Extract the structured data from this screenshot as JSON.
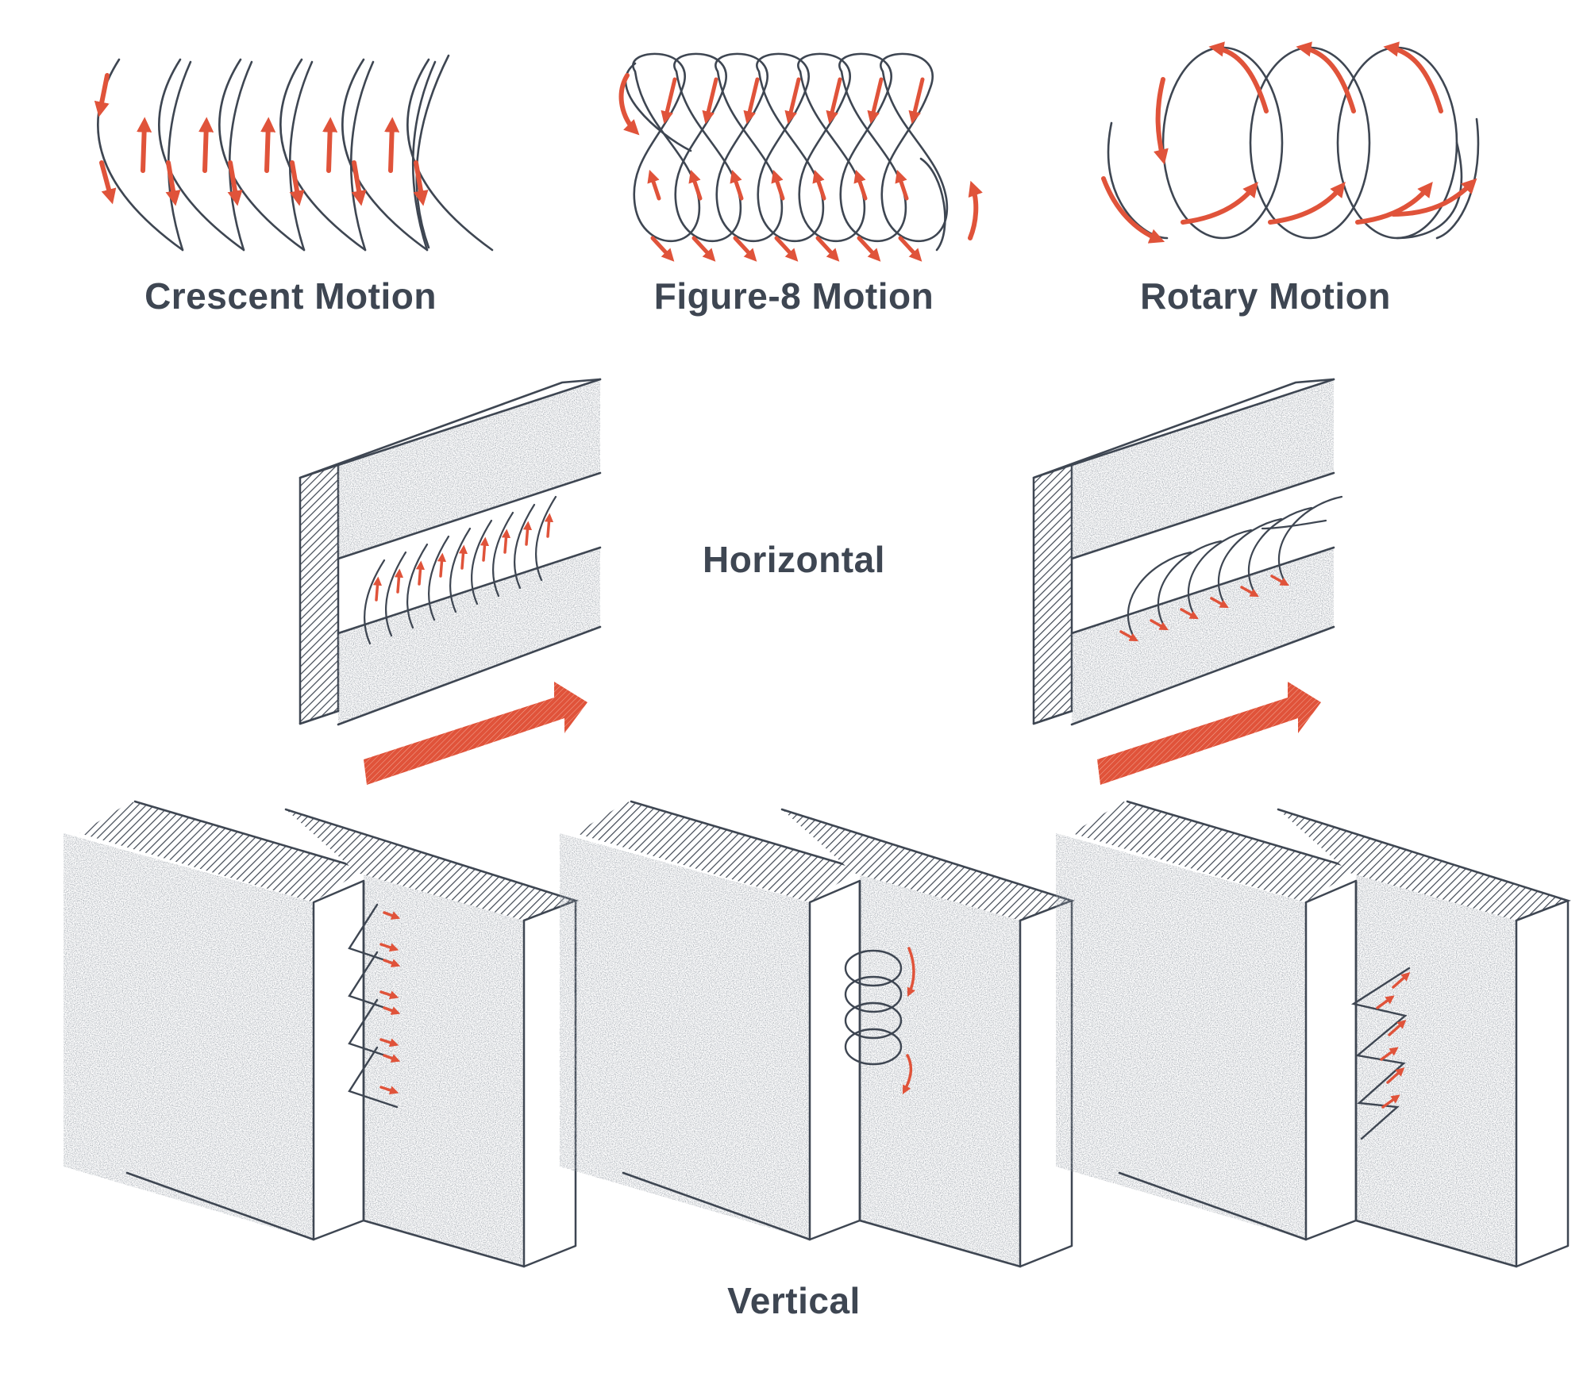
{
  "motions": [
    {
      "id": "crescent",
      "label": "Crescent Motion"
    },
    {
      "id": "figure8",
      "label": "Figure-8 Motion"
    },
    {
      "id": "rotary",
      "label": "Rotary Motion"
    }
  ],
  "sections": {
    "horizontal": "Horizontal",
    "vertical": "Vertical"
  },
  "colors": {
    "line": "#3e4652",
    "accent": "#e0533a",
    "speckle": "#9aa0a8",
    "hatch": "#3e4652",
    "background": "#ffffff"
  }
}
